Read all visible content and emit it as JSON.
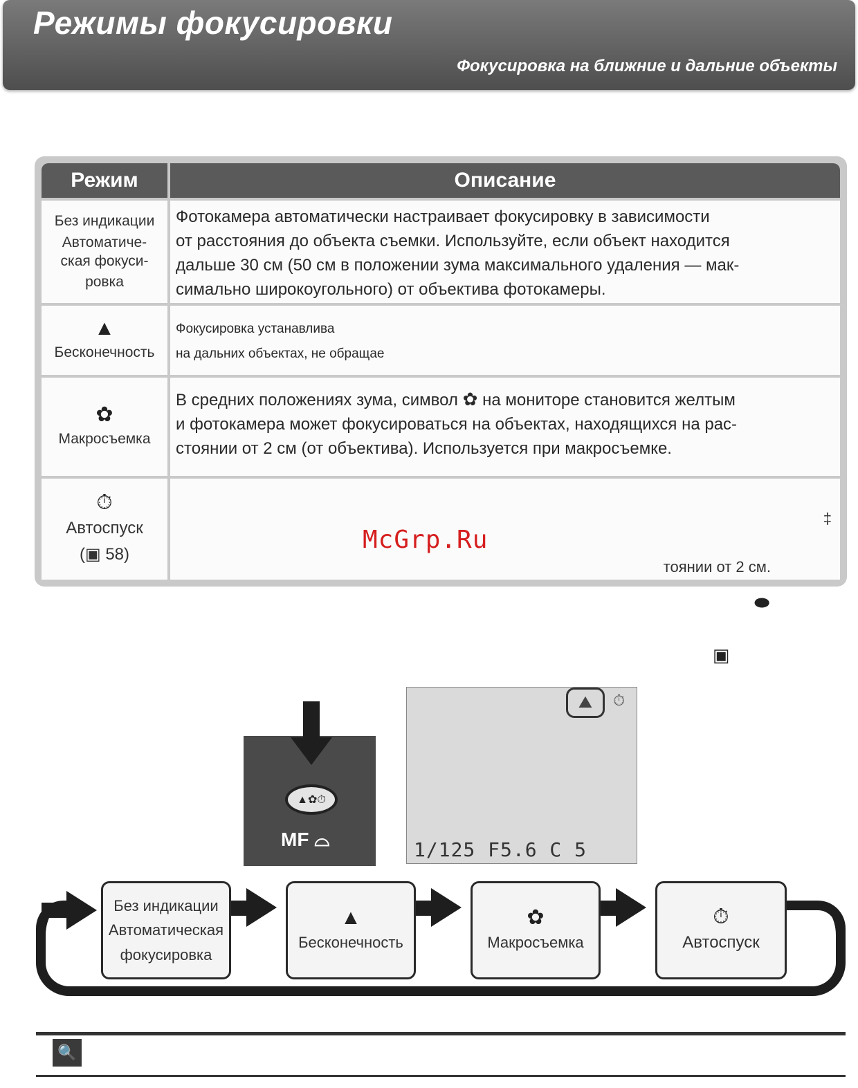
{
  "header": {
    "title": "Режимы фокусировки",
    "subtitle": "Фокусировка на ближние и дальние объекты"
  },
  "table": {
    "col_mode": "Режим",
    "col_desc": "Описание",
    "rows": [
      {
        "mode_lines": [
          "Без индикации",
          "Автоматиче-",
          "ская фокуси-",
          "ровка"
        ],
        "desc_lines": [
          "Фотокамера автоматически настраивает фокусировку в зависимости",
          "от расстояния до объекта съемки. Используйте, если объект находится",
          "дальше 30 см (50 см в положении зума максимального удаления — мак-",
          "симально широкоугольного) от объектива фотокамеры."
        ]
      },
      {
        "icon": "▲",
        "mode": "Бесконечность",
        "desc_lines": [
          "Фокусировка устанавлива",
          "на дальних объектах, не обращае"
        ]
      },
      {
        "icon": "✿",
        "mode": "Макросъемка",
        "desc_line1_a": "В средних положениях зума, символ",
        "desc_line1_b": "на мониторе становится желтым",
        "desc_lines": [
          "и фотокамера может фокусироваться на объектах, находящихся на рас-",
          "стоянии от 2 см (от объектива). Используется при макросъемке."
        ]
      },
      {
        "icon": "⏱",
        "mode": "Автоспуск",
        "page_ref": "58",
        "desc_fragment_1": "‡",
        "desc_fragment_2": "тоянии от 2 см."
      }
    ]
  },
  "watermark": "McGrp.Ru",
  "camera": {
    "mf_label": "MF",
    "monitor_status": "1/125  F5.6    C   5"
  },
  "cycle": [
    {
      "lines": [
        "Без индикации",
        "Автоматическая",
        "фокусировка"
      ]
    },
    {
      "icon": "▲",
      "label": "Бесконечность"
    },
    {
      "icon": "✿",
      "label": "Макросъемка"
    },
    {
      "icon": "⏱",
      "label": "Автоспуск"
    }
  ]
}
